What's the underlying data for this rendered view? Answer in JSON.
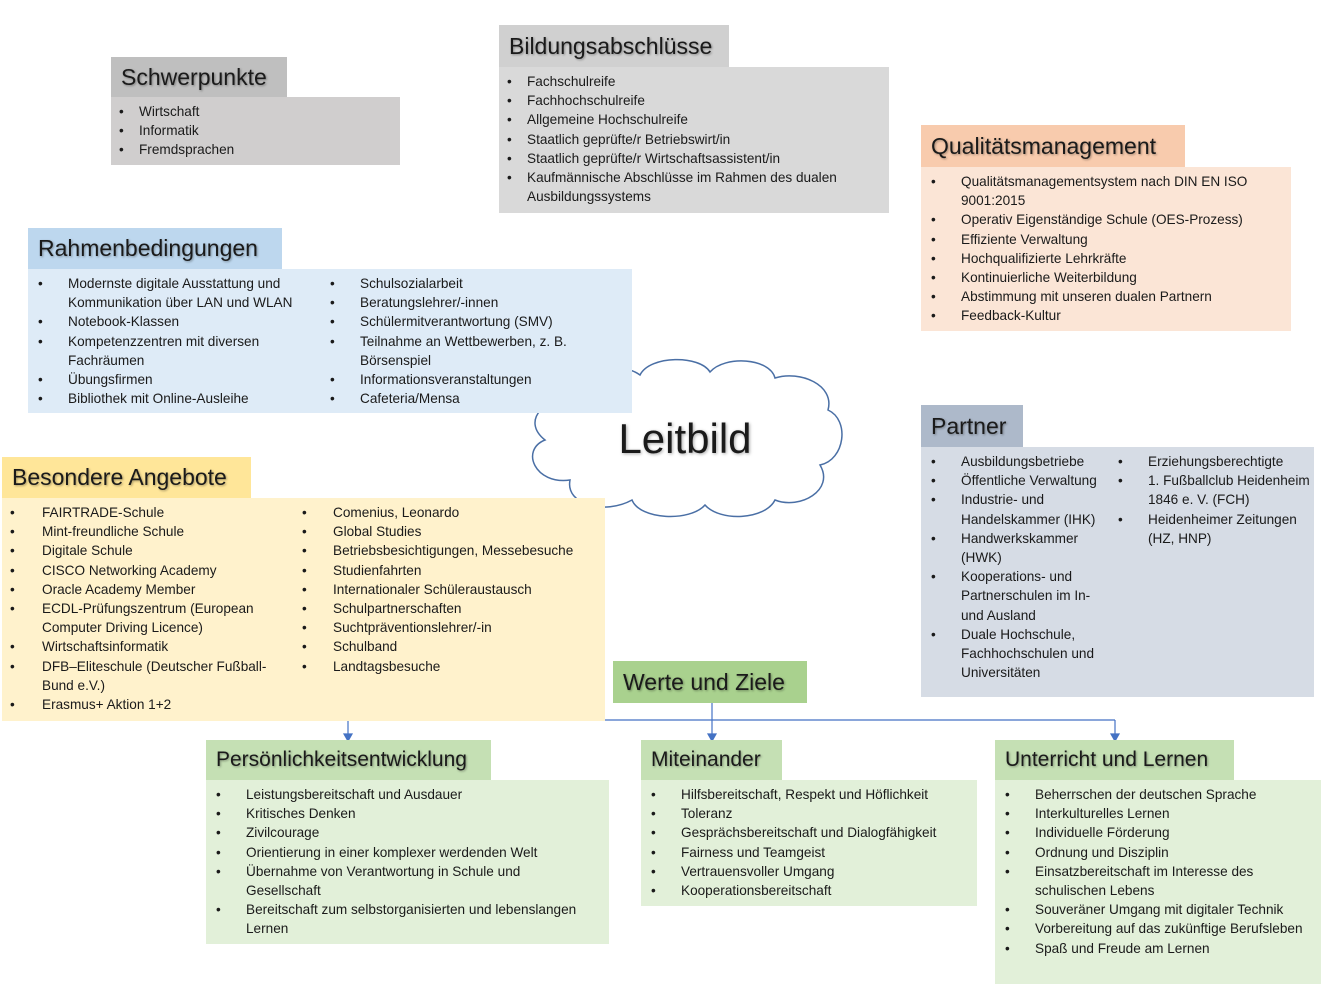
{
  "center": {
    "title": "Leitbild"
  },
  "schwerpunkte": {
    "title": "Schwerpunkte",
    "items": [
      "Wirtschaft",
      "Informatik",
      "Fremdsprachen"
    ]
  },
  "bildung": {
    "title": "Bildungsabschlüsse",
    "items": [
      "Fachschulreife",
      "Fachhochschulreife",
      "Allgemeine Hochschulreife",
      "Staatlich geprüfte/r Betriebswirt/in",
      "Staatlich geprüfte/r Wirtschaftsassistent/in",
      "Kaufmännische Abschlüsse im Rahmen des dualen Ausbildungssystems"
    ]
  },
  "qualitaet": {
    "title": "Qualitätsmanagement",
    "items": [
      "Qualitätsmanagementsystem nach DIN EN ISO 9001:2015",
      "Operativ Eigenständige Schule (OES-Prozess)",
      "Effiziente Verwaltung",
      "Hochqualifizierte Lehrkräfte",
      "Kontinuierliche Weiterbildung",
      "Abstimmung mit unseren dualen Partnern",
      "Feedback-Kultur"
    ]
  },
  "rahmen": {
    "title": "Rahmenbedingungen",
    "col1": [
      "Modernste digitale Ausstattung und Kommunikation über LAN und WLAN",
      "Notebook-Klassen",
      "Kompetenzzentren mit diversen Fachräumen",
      "Übungsfirmen",
      "Bibliothek mit Online-Ausleihe"
    ],
    "col2": [
      "Schulsozialarbeit",
      "Beratungslehrer/-innen",
      "Schülermitverantwortung (SMV)",
      "Teilnahme an Wettbewerben, z. B. Börsenspiel",
      "Informationsveranstaltungen",
      "Cafeteria/Mensa"
    ]
  },
  "besondere": {
    "title": "Besondere Angebote",
    "col1": [
      "FAIRTRADE-Schule",
      "Mint-freundliche Schule",
      "Digitale Schule",
      "CISCO Networking Academy",
      "Oracle Academy Member",
      "ECDL-Prüfungszentrum (European Computer Driving Licence)",
      "Wirtschaftsinformatik",
      "DFB–Eliteschule (Deutscher Fußball-Bund e.V.)",
      "Erasmus+ Aktion 1+2"
    ],
    "col2": [
      "Comenius, Leonardo",
      "Global Studies",
      "Betriebsbesichtigungen, Messebesuche",
      "Studienfahrten",
      "Internationaler Schüleraustausch",
      "Schulpartnerschaften",
      "Suchtpräventionslehrer/-in",
      "Schulband",
      "Landtagsbesuche"
    ]
  },
  "partner": {
    "title": "Partner",
    "col1": [
      "Ausbildungsbetriebe",
      "Öffentliche Verwaltung",
      "Industrie- und Handelskammer (IHK)",
      "Handwerkskammer (HWK)",
      "Kooperations- und Partnerschulen im In- und Ausland",
      "Duale Hochschule, Fachhochschulen und Universitäten"
    ],
    "col2": [
      "Erziehungsberechtigte",
      "1. Fußballclub Heidenheim 1846 e. V. (FCH)",
      "Heidenheimer Zeitungen (HZ, HNP)"
    ]
  },
  "werte": {
    "title": "Werte und Ziele"
  },
  "persoenlichkeit": {
    "title": "Persönlichkeitsentwicklung",
    "items": [
      "Leistungsbereitschaft und Ausdauer",
      "Kritisches Denken",
      "Zivilcourage",
      "Orientierung in einer komplexer werdenden Welt",
      "Übernahme von Verantwortung in Schule und Gesellschaft",
      "Bereitschaft zum selbstorganisierten und lebenslangen Lernen"
    ]
  },
  "miteinander": {
    "title": "Miteinander",
    "items": [
      "Hilfsbereitschaft, Respekt und Höflichkeit",
      "Toleranz",
      "Gesprächsbereitschaft und Dialogfähigkeit",
      "Fairness und Teamgeist",
      "Vertrauensvoller Umgang",
      "Kooperationsbereitschaft"
    ]
  },
  "unterricht": {
    "title": "Unterricht und Lernen",
    "items": [
      "Beherrschen der deutschen Sprache",
      "Interkulturelles Lernen",
      "Individuelle Förderung",
      "Ordnung und Disziplin",
      "Einsatzbereitschaft im Interesse des schulischen Lebens",
      "Souveräner Umgang mit digitaler Technik",
      "Vorbereitung auf das zukünftige Berufsleben",
      "Spaß und Freude am Lernen"
    ]
  },
  "colors": {
    "gray_h": "#bfbfbf",
    "gray_b": "#d0cece",
    "lgray_h": "#d0d0d0",
    "lgray_b": "#d9d9d9",
    "orange_h": "#f8cbad",
    "orange_b": "#fbe5d6",
    "blue_h": "#bdd7ee",
    "blue_b": "#deebf7",
    "yellow_h": "#ffe699",
    "yellow_b": "#fff2cc",
    "slate_h": "#adb9ca",
    "slate_b": "#d6dce5",
    "green_h": "#a9d18e",
    "lgreen_h": "#c5e0b4",
    "lgreen_b": "#e2f0d9",
    "line": "#4472c4"
  }
}
